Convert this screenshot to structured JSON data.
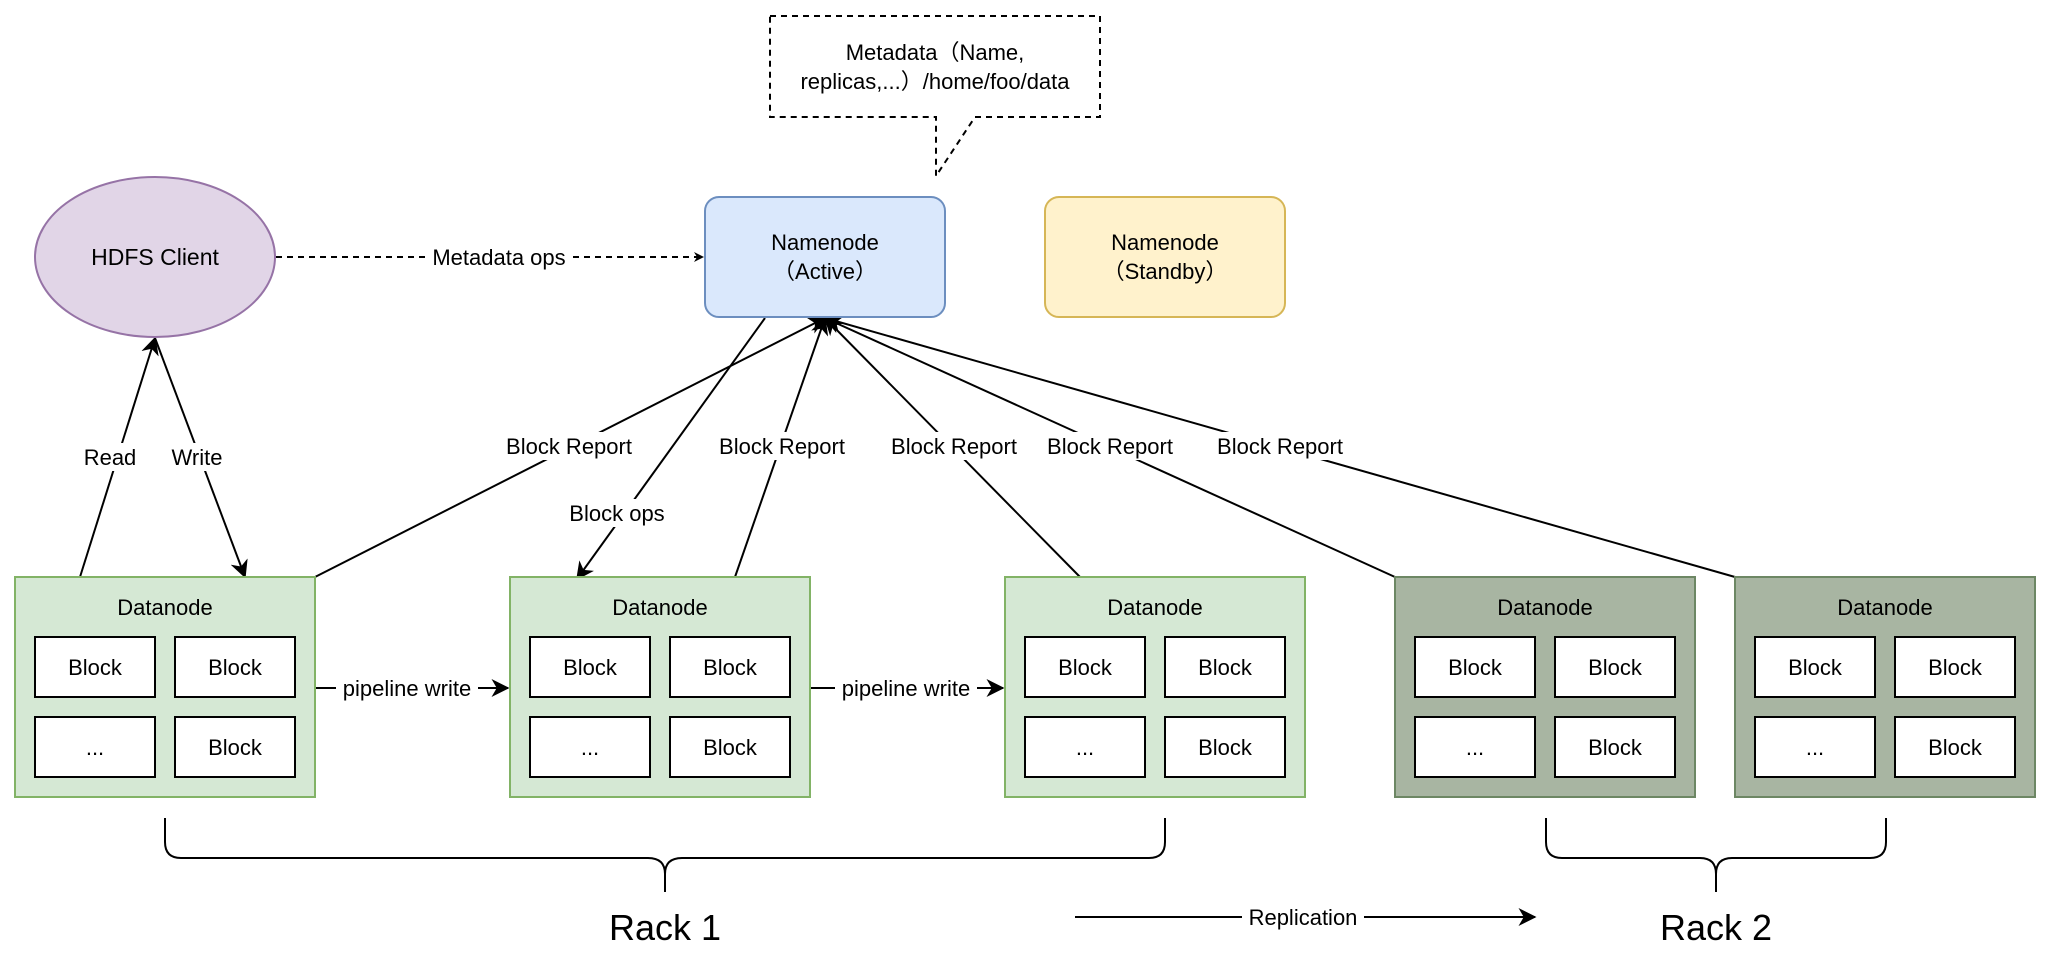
{
  "callout": {
    "line1": "Metadata（Name,",
    "line2": "replicas,...）/home/foo/data"
  },
  "client": {
    "label": "HDFS Client"
  },
  "namenode_active": {
    "line1": "Namenode",
    "line2": "（Active）",
    "fill": "#dae8fc",
    "stroke": "#6c8ebf"
  },
  "namenode_standby": {
    "line1": "Namenode",
    "line2": "（Standby）",
    "fill": "#fff2cc",
    "stroke": "#d6b656"
  },
  "edges": {
    "metadata_ops": "Metadata ops",
    "read": "Read",
    "write": "Write",
    "block_ops": "Block ops",
    "block_report_1": "Block Report",
    "block_report_2": "Block Report",
    "block_report_3": "Block Report",
    "block_report_4": "Block Report",
    "block_report_5": "Block Report",
    "pipeline_write_1": "pipeline write",
    "pipeline_write_2": "pipeline write",
    "replication": "Replication"
  },
  "datanodes": [
    {
      "title": "Datanode",
      "cells": [
        "Block",
        "Block",
        "...",
        "Block"
      ],
      "rack": "Rack 1"
    },
    {
      "title": "Datanode",
      "cells": [
        "Block",
        "Block",
        "...",
        "Block"
      ],
      "rack": "Rack 1"
    },
    {
      "title": "Datanode",
      "cells": [
        "Block",
        "Block",
        "...",
        "Block"
      ],
      "rack": "Rack 1"
    },
    {
      "title": "Datanode",
      "cells": [
        "Block",
        "Block",
        "...",
        "Block"
      ],
      "rack": "Rack 2"
    },
    {
      "title": "Datanode",
      "cells": [
        "Block",
        "Block",
        "...",
        "Block"
      ],
      "rack": "Rack 2"
    }
  ],
  "racks": {
    "rack1": "Rack 1",
    "rack2": "Rack 2"
  },
  "colors": {
    "client_fill": "#e1d5e7",
    "client_stroke": "#9673a6",
    "rack1_fill": "#d5e8d4",
    "rack1_stroke": "#82b366",
    "rack2_fill": "#a8b5a2",
    "rack2_stroke": "#6d8764"
  }
}
